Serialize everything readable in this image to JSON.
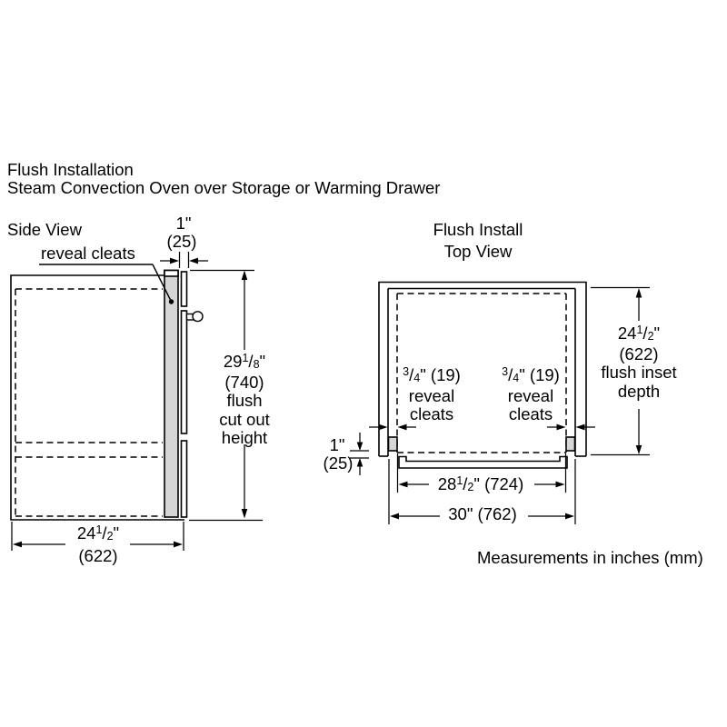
{
  "colors": {
    "ink": "#000000",
    "cleat_gray": "#d6d6d6",
    "background": "#ffffff"
  },
  "header": {
    "line1": "Flush Installation",
    "line2": "Steam Convection Oven over Storage or Warming Drawer"
  },
  "side_view": {
    "title": "Side View",
    "callout": "reveal cleats",
    "door_thickness": {
      "in": "1\"",
      "mm": "(25)"
    },
    "cutout_height": {
      "whole": "29",
      "num": "1",
      "sep": "/",
      "den": "8",
      "unit": "\"",
      "mm": "(740)",
      "caption1": "flush",
      "caption2": "cut out",
      "caption3": "height"
    },
    "depth": {
      "whole": "24",
      "num": "1",
      "sep": "/",
      "den": "2",
      "unit": "\"",
      "mm": "(622)"
    }
  },
  "top_view": {
    "title1": "Flush Install",
    "title2": "Top View",
    "inset_depth": {
      "whole": "24",
      "num": "1",
      "sep": "/",
      "den": "2",
      "unit": "\"",
      "mm": "(622)",
      "caption1": "flush inset",
      "caption2": "depth"
    },
    "cleat_left": {
      "whole": "",
      "num": "3",
      "sep": "/",
      "den": "4",
      "unit": "\" (19)",
      "line2": "reveal",
      "line3": "cleats"
    },
    "cleat_right": {
      "whole": "",
      "num": "3",
      "sep": "/",
      "den": "4",
      "unit": "\" (19)",
      "line2": "reveal",
      "line3": "cleats"
    },
    "cleat_inset": {
      "in": "1\"",
      "mm": "(25)"
    },
    "opening_width": {
      "whole": "28",
      "num": "1",
      "sep": "/",
      "den": "2",
      "unit": "\" (724)"
    },
    "overall_width": "30\" (762)"
  },
  "footer": {
    "note": "Measurements in inches (mm)"
  }
}
